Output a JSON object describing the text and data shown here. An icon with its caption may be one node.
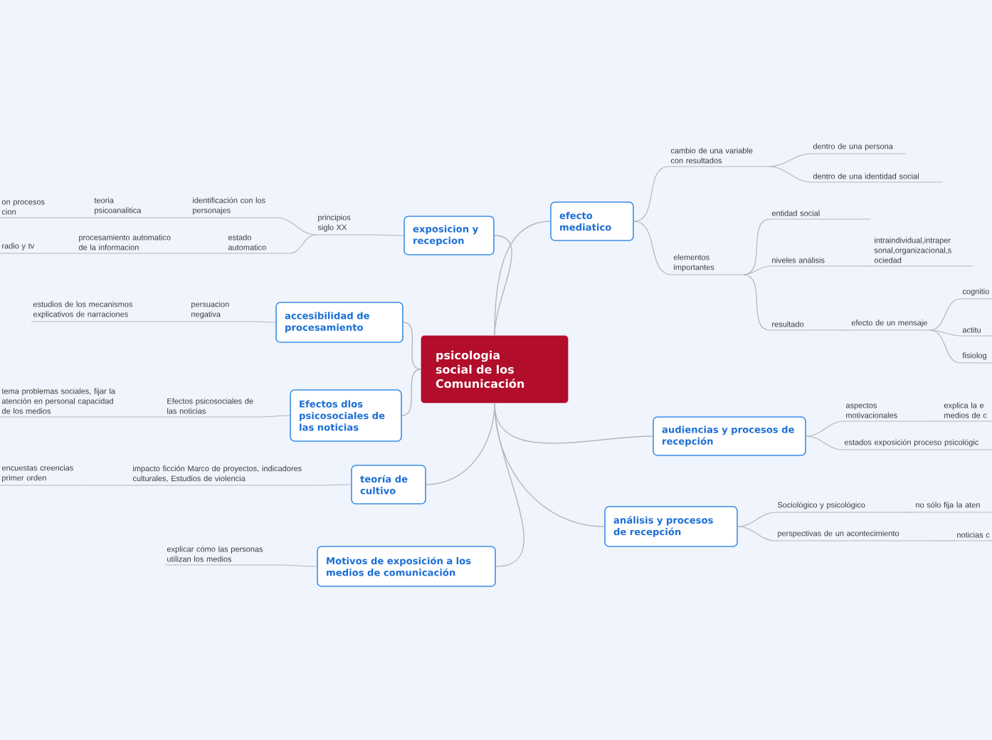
{
  "diagram": {
    "nodes": [
      {
        "text": [
          "psicologia social de los Comunicación"
        ]
      },
      {
        "text": [
          "efecto mediatico"
        ]
      },
      {
        "text": [
          "cambio de una variable con resultados"
        ]
      },
      {
        "text": [
          "dentro de una persona"
        ]
      },
      {
        "text": [
          "dentro de una identidad social"
        ]
      },
      {
        "text": [
          "elementos importantes"
        ]
      },
      {
        "text": [
          "entidad social"
        ]
      },
      {
        "text": [
          "niveles análisis"
        ]
      },
      {
        "text": [
          "intraindividual,intraper sonal,organizacional,s ociedad"
        ]
      },
      {
        "text": [
          "resultado"
        ]
      },
      {
        "text": [
          "efecto de un mensaje"
        ]
      },
      {
        "text": [
          "cognitio"
        ]
      },
      {
        "text": [
          "actitu"
        ]
      },
      {
        "text": [
          "fisiolog"
        ]
      },
      {
        "text": [
          "audiencias y procesos de recepción"
        ]
      },
      {
        "text": [
          "aspectos motivacionales"
        ]
      },
      {
        "text": [
          "explica la e medios de c"
        ]
      },
      {
        "text": [
          "estados exposición proceso psicológic"
        ]
      },
      {
        "text": [
          "análisis y procesos de recepción"
        ]
      },
      {
        "text": [
          "Sociológico y psicológico"
        ]
      },
      {
        "text": [
          "no sólo fija la aten"
        ]
      },
      {
        "text": [
          "perspectivas de un acontecimiento"
        ]
      },
      {
        "text": [
          "noticias c"
        ]
      },
      {
        "text": [
          "exposicion y recepcion"
        ]
      },
      {
        "text": [
          "principios siglo XX"
        ]
      },
      {
        "text": [
          "identificación con los personajes"
        ]
      },
      {
        "text": [
          "teoria psicoanalitica"
        ]
      },
      {
        "text": [
          "on procesos cion"
        ]
      },
      {
        "text": [
          "estado automatico"
        ]
      },
      {
        "text": [
          "procesamiento automatico de la informacion"
        ]
      },
      {
        "text": [
          "radio y tv"
        ]
      },
      {
        "text": [
          "accesibilidad de procesamiento"
        ]
      },
      {
        "text": [
          "persuacion negativa"
        ]
      },
      {
        "text": [
          "estudios de los mecanismos explicativos de narraciones"
        ]
      },
      {
        "text": [
          "Efectos dlos psicosociales de las noticias"
        ]
      },
      {
        "text": [
          "Efectos psicosociales de las noticias"
        ]
      },
      {
        "text": [
          "tema problemas sociales, fijar la atención en personal capacidad de los medios"
        ]
      },
      {
        "text": [
          "teoría de cultivo"
        ]
      },
      {
        "text": [
          "impacto ficción Marco de proyectos, indicadores  culturales, Estudios de violencia"
        ]
      },
      {
        "text": [
          "encuestas creencias primer orden"
        ]
      },
      {
        "text": [
          "Motivos de exposición a los medios de comunicación"
        ]
      },
      {
        "text": [
          "explicar cómo las personas utilizan los medios"
        ]
      }
    ],
    "edges": [
      {
        "from": 0,
        "to": 1,
        "arrow": "none"
      },
      {
        "from": 0,
        "to": 14,
        "arrow": "none"
      },
      {
        "from": 0,
        "to": 18,
        "arrow": "none"
      },
      {
        "from": 0,
        "to": 23,
        "arrow": "none"
      },
      {
        "from": 0,
        "to": 31,
        "arrow": "none"
      },
      {
        "from": 0,
        "to": 34,
        "arrow": "none"
      },
      {
        "from": 0,
        "to": 37,
        "arrow": "none"
      },
      {
        "from": 0,
        "to": 40,
        "arrow": "none"
      },
      {
        "from": 1,
        "to": 2,
        "arrow": "none"
      },
      {
        "from": 1,
        "to": 5,
        "arrow": "none"
      },
      {
        "from": 2,
        "to": 3,
        "arrow": "none"
      },
      {
        "from": 2,
        "to": 4,
        "arrow": "none"
      },
      {
        "from": 5,
        "to": 6,
        "arrow": "none"
      },
      {
        "from": 5,
        "to": 7,
        "arrow": "none"
      },
      {
        "from": 5,
        "to": 9,
        "arrow": "none"
      },
      {
        "from": 7,
        "to": 8,
        "arrow": "none"
      },
      {
        "from": 9,
        "to": 10,
        "arrow": "none"
      },
      {
        "from": 10,
        "to": 11,
        "arrow": "none"
      },
      {
        "from": 10,
        "to": 12,
        "arrow": "none"
      },
      {
        "from": 10,
        "to": 13,
        "arrow": "none"
      },
      {
        "from": 14,
        "to": 15,
        "arrow": "none"
      },
      {
        "from": 14,
        "to": 17,
        "arrow": "none"
      },
      {
        "from": 15,
        "to": 16,
        "arrow": "none"
      },
      {
        "from": 18,
        "to": 19,
        "arrow": "none"
      },
      {
        "from": 18,
        "to": 21,
        "arrow": "none"
      },
      {
        "from": 19,
        "to": 20,
        "arrow": "none"
      },
      {
        "from": 21,
        "to": 22,
        "arrow": "none"
      },
      {
        "from": 23,
        "to": 24,
        "arrow": "none"
      },
      {
        "from": 24,
        "to": 25,
        "arrow": "none"
      },
      {
        "from": 24,
        "to": 28,
        "arrow": "none"
      },
      {
        "from": 25,
        "to": 26,
        "arrow": "none"
      },
      {
        "from": 26,
        "to": 27,
        "arrow": "none"
      },
      {
        "from": 28,
        "to": 29,
        "arrow": "none"
      },
      {
        "from": 29,
        "to": 30,
        "arrow": "none"
      },
      {
        "from": 31,
        "to": 32,
        "arrow": "none"
      },
      {
        "from": 32,
        "to": 33,
        "arrow": "none"
      },
      {
        "from": 34,
        "to": 35,
        "arrow": "none"
      },
      {
        "from": 35,
        "to": 36,
        "arrow": "none"
      },
      {
        "from": 37,
        "to": 38,
        "arrow": "none"
      },
      {
        "from": 38,
        "to": 39,
        "arrow": "none"
      },
      {
        "from": 40,
        "to": 41,
        "arrow": "none"
      }
    ]
  }
}
